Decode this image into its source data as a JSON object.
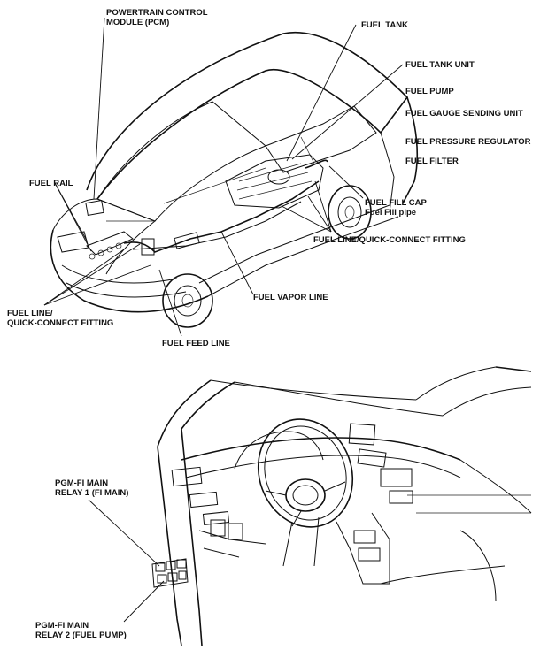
{
  "top_labels": {
    "pcm_line1": "POWERTRAIN CONTROL",
    "pcm_line2": "MODULE (PCM)",
    "fuel_tank": "FUEL TANK",
    "fuel_tank_unit": "FUEL TANK UNIT",
    "fuel_pump": "FUEL PUMP",
    "fuel_gauge_sending_unit": "FUEL GAUGE SENDING UNIT",
    "fuel_pressure_regulator": "FUEL PRESSURE REGULATOR",
    "fuel_filter": "FUEL FILTER",
    "fuel_rail": "FUEL RAIL",
    "fuel_fill_cap": "FUEL FILL CAP",
    "fuel_fill_pipe": "Fuel Fill pipe",
    "fuel_line_qc_right": "FUEL LINE/QUICK-CONNECT FITTING",
    "fuel_vapor_line": "FUEL VAPOR LINE",
    "fuel_line_left_line1": "FUEL LINE/",
    "fuel_line_left_line2": "QUICK-CONNECT FITTING",
    "fuel_feed_line": "FUEL FEED LINE"
  },
  "bottom_labels": {
    "relay1_line1": "PGM-FI MAIN",
    "relay1_line2": "RELAY 1 (FI MAIN)",
    "relay2_line1": "PGM-FI MAIN",
    "relay2_line2": "RELAY 2 (FUEL PUMP)"
  }
}
